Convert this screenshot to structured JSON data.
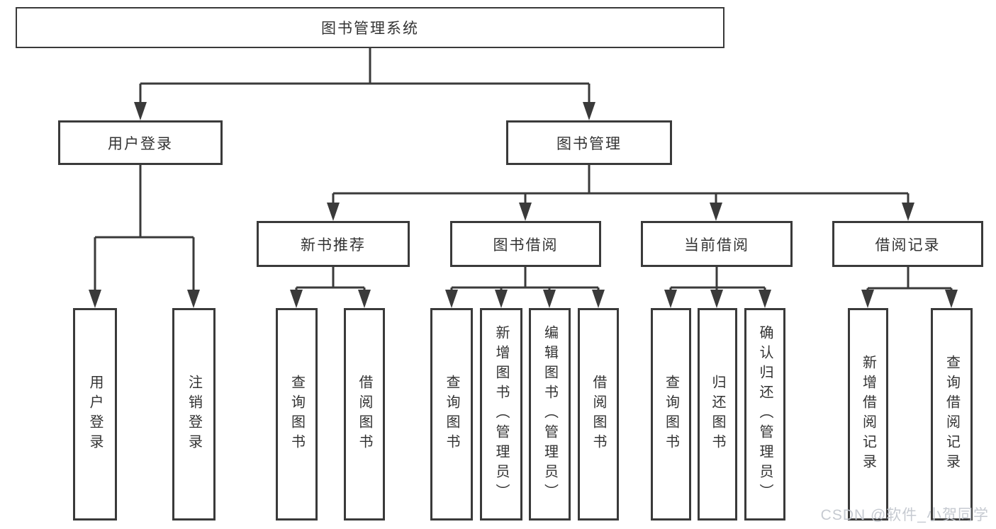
{
  "diagram_title": "图书管理系统",
  "watermark": "CSDN @软件_小贺同学",
  "colors": {
    "line": "#3a3a3a",
    "box_border": "#3a3a3a",
    "box_fill": "#ffffff",
    "text": "#333333",
    "watermark": "#c3c8cf",
    "background": "#ffffff"
  },
  "tree": {
    "label": "图书管理系统",
    "children": [
      {
        "label": "用户登录",
        "children": [
          {
            "label": "用户登录"
          },
          {
            "label": "注销登录"
          }
        ]
      },
      {
        "label": "图书管理",
        "children": [
          {
            "label": "新书推荐",
            "children": [
              {
                "label": "查询图书"
              },
              {
                "label": "借阅图书"
              }
            ]
          },
          {
            "label": "图书借阅",
            "children": [
              {
                "label": "查询图书"
              },
              {
                "label": "新增图书（管理员）"
              },
              {
                "label": "编辑图书（管理员）"
              },
              {
                "label": "借阅图书"
              }
            ]
          },
          {
            "label": "当前借阅",
            "children": [
              {
                "label": "查询图书"
              },
              {
                "label": "归还图书"
              },
              {
                "label": "确认归还（管理员）"
              }
            ]
          },
          {
            "label": "借阅记录",
            "children": [
              {
                "label": "新增借阅记录"
              },
              {
                "label": "查询借阅记录"
              }
            ]
          }
        ]
      }
    ]
  }
}
